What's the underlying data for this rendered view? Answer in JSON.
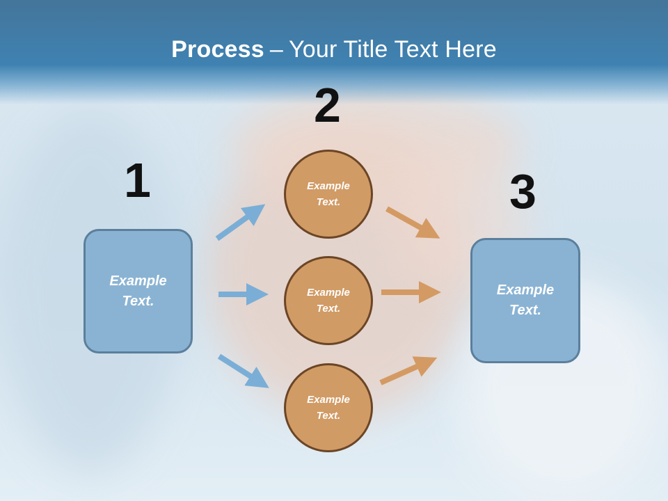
{
  "title": {
    "bold": "Process",
    "separator": "–",
    "rest": "Your Title Text Here"
  },
  "steps": [
    {
      "number": "1",
      "text": "Example Text."
    },
    {
      "number": "2",
      "nodes": [
        "Example Text.",
        "Example Text.",
        "Example Text."
      ]
    },
    {
      "number": "3",
      "text": "Example Text."
    }
  ],
  "colors": {
    "header": "#3f82b2",
    "box_fill": "#8ab3d3",
    "box_border": "#5b7f9c",
    "circle_fill": "#d19b65",
    "circle_border": "#6b4526",
    "arrow_blue": "#7aaed6",
    "arrow_orange": "#d49a63"
  }
}
